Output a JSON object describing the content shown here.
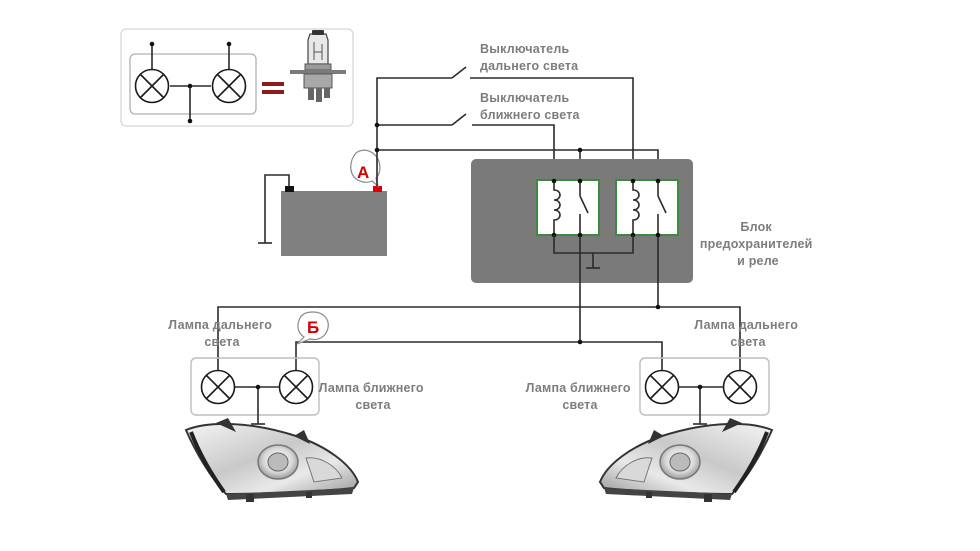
{
  "labels": {
    "high_beam_switch": [
      "Выключатель",
      "дальнего света"
    ],
    "low_beam_switch": [
      "Выключатель",
      "ближнего света"
    ],
    "fuse_relay_block": [
      "Блок",
      "предохранителей",
      "и реле"
    ],
    "left_high_beam_lamp": [
      "Лампа дальнего",
      "света"
    ],
    "left_low_beam_lamp": [
      "Лампа ближнего",
      "света"
    ],
    "right_high_beam_lamp": [
      "Лампа дальнего",
      "света"
    ],
    "right_low_beam_lamp": [
      "Лампа ближнего",
      "света"
    ]
  },
  "callouts": {
    "battery_terminal": "А",
    "lamp_connection": "Б"
  },
  "legend": {
    "equals_sign": "="
  },
  "icons": {
    "lamp": "circle-with-x",
    "ground": "ground-symbol",
    "relay_coil": "coil",
    "switch": "open-switch",
    "bulb": "h4-bulb",
    "headlight": "headlight-photo"
  },
  "colors": {
    "wire": "#2b2b2b",
    "label": "#7d7d7d",
    "battery": "#808080",
    "fuse_block": "#7a7a7a",
    "relay_border": "#3d8a3d",
    "callout_text": "#d40000",
    "positive_terminal": "#e00000",
    "equals_sign": "#8b1a1a"
  }
}
